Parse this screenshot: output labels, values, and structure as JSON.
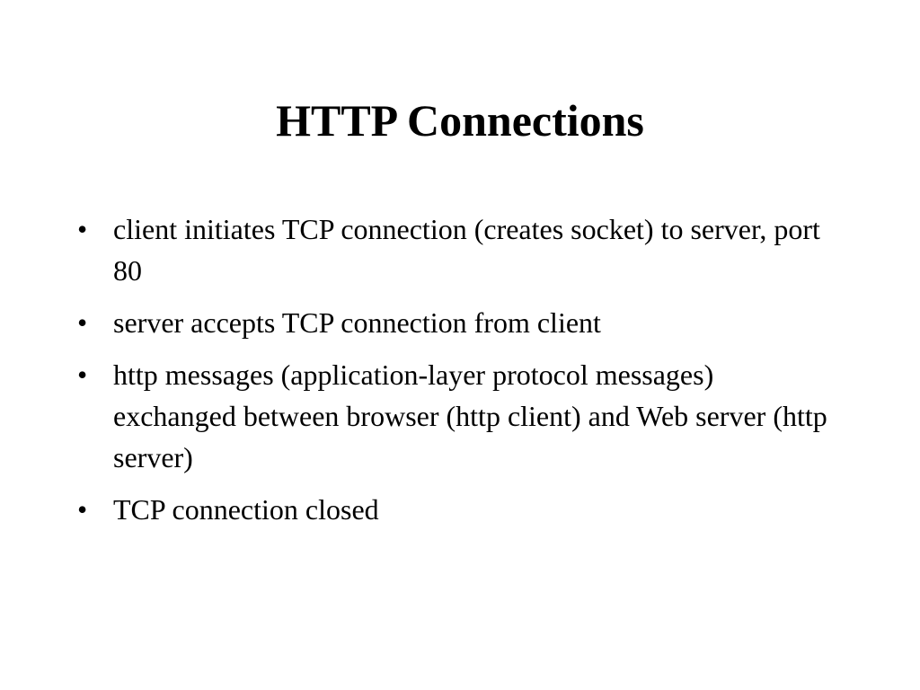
{
  "slide": {
    "title": "HTTP Connections",
    "bullet_marker": "•",
    "bullets": [
      "client initiates TCP connection (creates socket) to server, port 80",
      "server accepts TCP connection from client",
      "http messages (application-layer protocol messages) exchanged between browser (http client) and Web server (http server)",
      "TCP connection closed"
    ]
  }
}
